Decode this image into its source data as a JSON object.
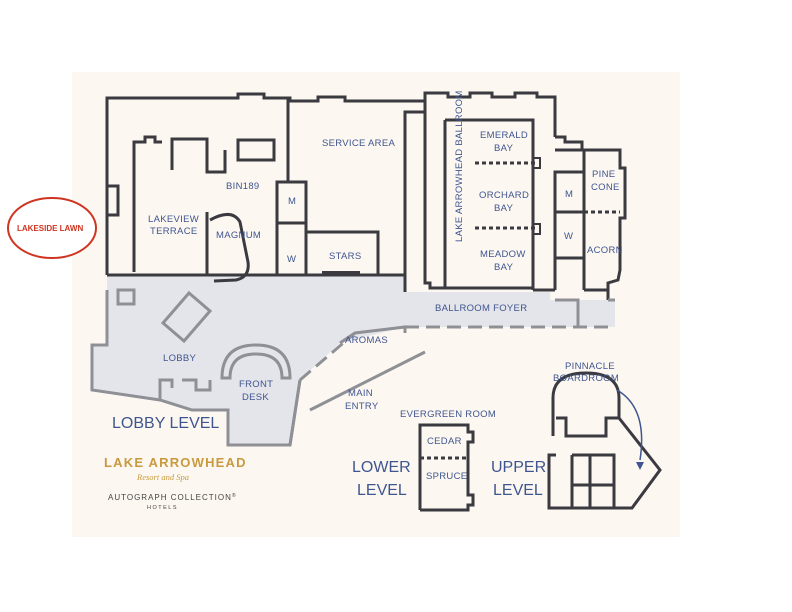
{
  "rooms": {
    "service_area": "SERVICE AREA",
    "bin189": "BIN189",
    "lakeview_terrace_1": "LAKEVIEW",
    "lakeview_terrace_2": "TERRACE",
    "magnum": "MAGNUM",
    "m_left": "M",
    "w_left": "W",
    "stars": "STARS",
    "emerald_bay_1": "EMERALD",
    "emerald_bay_2": "BAY",
    "orchard_bay_1": "ORCHARD",
    "orchard_bay_2": "BAY",
    "meadow_bay_1": "MEADOW",
    "meadow_bay_2": "BAY",
    "lake_arrowhead_ballroom": "LAKE ARROWHEAD BALLROOM",
    "m_right": "M",
    "w_right": "W",
    "pine_cone_1": "PINE",
    "pine_cone_2": "CONE",
    "acorn": "ACORN",
    "ballroom_foyer": "BALLROOM FOYER",
    "lobby": "LOBBY",
    "aromas": "AROMAS",
    "front_desk_1": "FRONT",
    "front_desk_2": "DESK",
    "main_entry_1": "MAIN",
    "main_entry_2": "ENTRY",
    "evergreen_room": "EVERGREEN ROOM",
    "cedar": "CEDAR",
    "spruce": "SPRUCE",
    "pinnacle_boardroom_1": "PINNACLE",
    "pinnacle_boardroom_2": "BOARDROOM"
  },
  "levels": {
    "lobby": "LOBBY LEVEL",
    "lower_1": "LOWER",
    "lower_2": "LEVEL",
    "upper_1": "UPPER",
    "upper_2": "LEVEL"
  },
  "outside": {
    "lakeside_lawn": "LAKESIDE LAWN"
  },
  "brand": {
    "name": "LAKE ARROWHEAD",
    "subtitle": "Resort and Spa",
    "collection": "AUTOGRAPH COLLECTION",
    "collection_mark": "®",
    "hotels": "HOTELS"
  },
  "colors": {
    "background": "#fcf8f1",
    "walls": "#3a3a40",
    "corridor": "#e4e5ea",
    "labels": "#3f5590",
    "brand": "#c9993e",
    "lawn_outline": "#cf3420"
  }
}
